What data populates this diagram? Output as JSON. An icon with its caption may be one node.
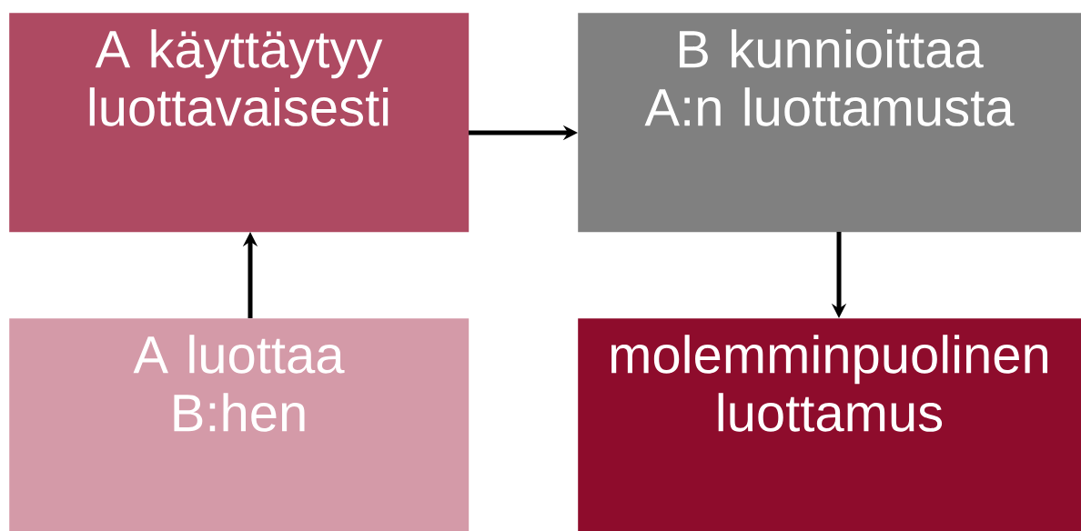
{
  "diagram": {
    "nodes": [
      {
        "text": [
          "A käyttäytyy luottavaisesti"
        ]
      },
      {
        "text": [
          "B kunnioittaa A:n luottamusta"
        ]
      },
      {
        "text": [
          "A luottaa B:hen"
        ]
      },
      {
        "text": [
          "molemminpuolinen luottamus"
        ]
      }
    ],
    "edges": [
      {
        "from": 2,
        "to": 0,
        "arrow": "to"
      },
      {
        "from": 0,
        "to": 1,
        "arrow": "to"
      },
      {
        "from": 1,
        "to": 3,
        "arrow": "to"
      }
    ]
  }
}
